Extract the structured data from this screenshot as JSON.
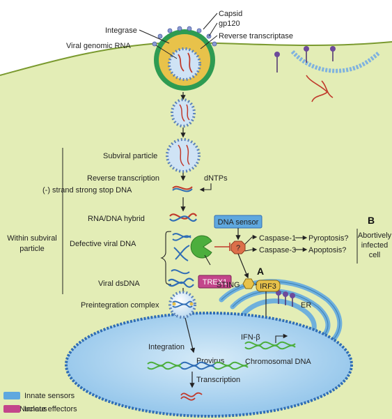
{
  "virion": {
    "capsid": "Capsid",
    "gp120": "gp120",
    "integrase": "Integrase",
    "reverse_transcriptase": "Reverse transcriptase",
    "viral_genomic_rna": "Viral genomic RNA"
  },
  "steps": {
    "subviral_particle": "Subviral particle",
    "reverse_transcription": "Reverse transcription",
    "dntps": "dNTPs",
    "strong_stop": "(-) strand strong stop DNA",
    "rna_dna_hybrid": "RNA/DNA hybrid",
    "defective_viral_dna": "Defective viral DNA",
    "viral_dsdna": "Viral dsDNA",
    "preintegration_complex": "Preintegration complex",
    "integration": "Integration",
    "provirus": "Provirus",
    "transcription": "Transcription",
    "nucleus": "Nucleus"
  },
  "bracket": {
    "line1": "Within subviral",
    "line2": "particle"
  },
  "sensing": {
    "dna_sensor": "DNA sensor",
    "trex1": "TREX1",
    "sensor_q": "?",
    "caspase1": "Caspase-1",
    "pyroptosis": "Pyroptosis?",
    "caspase3": "Caspase-3",
    "apoptosis": "Apoptosis?",
    "panel_b": "B",
    "abortive_1": "Abortively",
    "abortive_2": "infected",
    "abortive_3": "cell",
    "panel_a": "A",
    "sting": "STING",
    "irf3": "IRF3",
    "er": "ER",
    "ifn_beta": "IFN-β",
    "chromosomal_dna": "Chromosomal DNA"
  },
  "legend": {
    "sensors": "Innate sensors",
    "effectors": "Innate effectors"
  },
  "colors": {
    "sensor": "#5fa8df",
    "effector": "#c3468b",
    "cell": "#e3edb6",
    "nucleus": "#8fc3ea",
    "er": "#6fb0dc"
  }
}
